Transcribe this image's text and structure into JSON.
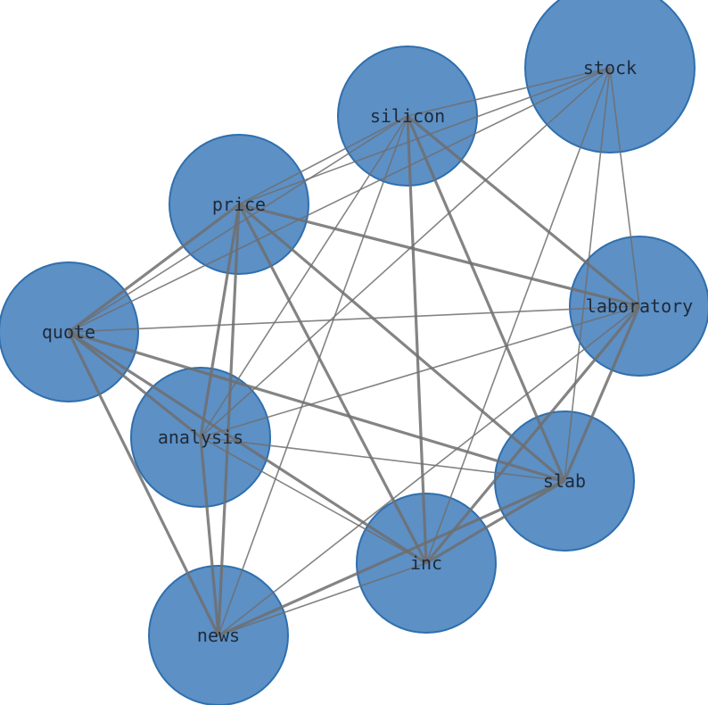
{
  "graph": {
    "node_color": "#4f87c0",
    "node_stroke": "#2f6fae",
    "edge_color": "#6e6e6e",
    "nodes": [
      {
        "id": "stock",
        "label": "stock"
      },
      {
        "id": "silicon",
        "label": "silicon"
      },
      {
        "id": "price",
        "label": "price"
      },
      {
        "id": "laboratory",
        "label": "laboratory"
      },
      {
        "id": "quote",
        "label": "quote"
      },
      {
        "id": "analysis",
        "label": "analysis"
      },
      {
        "id": "slab",
        "label": "slab"
      },
      {
        "id": "inc",
        "label": "inc"
      },
      {
        "id": "news",
        "label": "news"
      }
    ],
    "edges": [
      {
        "source": "stock",
        "target": "silicon",
        "weight": 1
      },
      {
        "source": "stock",
        "target": "price",
        "weight": 1
      },
      {
        "source": "stock",
        "target": "quote",
        "weight": 1
      },
      {
        "source": "stock",
        "target": "analysis",
        "weight": 1
      },
      {
        "source": "stock",
        "target": "inc",
        "weight": 1
      },
      {
        "source": "stock",
        "target": "slab",
        "weight": 1
      },
      {
        "source": "stock",
        "target": "laboratory",
        "weight": 1
      },
      {
        "source": "silicon",
        "target": "price",
        "weight": 1
      },
      {
        "source": "silicon",
        "target": "quote",
        "weight": 1
      },
      {
        "source": "silicon",
        "target": "laboratory",
        "weight": 2
      },
      {
        "source": "silicon",
        "target": "slab",
        "weight": 2
      },
      {
        "source": "silicon",
        "target": "inc",
        "weight": 2
      },
      {
        "source": "silicon",
        "target": "analysis",
        "weight": 1
      },
      {
        "source": "silicon",
        "target": "news",
        "weight": 1
      },
      {
        "source": "price",
        "target": "quote",
        "weight": 2
      },
      {
        "source": "price",
        "target": "laboratory",
        "weight": 2
      },
      {
        "source": "price",
        "target": "slab",
        "weight": 2
      },
      {
        "source": "price",
        "target": "inc",
        "weight": 2
      },
      {
        "source": "price",
        "target": "analysis",
        "weight": 2
      },
      {
        "source": "price",
        "target": "news",
        "weight": 2
      },
      {
        "source": "laboratory",
        "target": "quote",
        "weight": 1
      },
      {
        "source": "laboratory",
        "target": "analysis",
        "weight": 1
      },
      {
        "source": "laboratory",
        "target": "slab",
        "weight": 2
      },
      {
        "source": "laboratory",
        "target": "inc",
        "weight": 2
      },
      {
        "source": "laboratory",
        "target": "news",
        "weight": 1
      },
      {
        "source": "quote",
        "target": "analysis",
        "weight": 2
      },
      {
        "source": "quote",
        "target": "slab",
        "weight": 2
      },
      {
        "source": "quote",
        "target": "inc",
        "weight": 2
      },
      {
        "source": "quote",
        "target": "news",
        "weight": 2
      },
      {
        "source": "analysis",
        "target": "slab",
        "weight": 1
      },
      {
        "source": "analysis",
        "target": "inc",
        "weight": 1
      },
      {
        "source": "analysis",
        "target": "news",
        "weight": 2
      },
      {
        "source": "slab",
        "target": "inc",
        "weight": 2
      },
      {
        "source": "slab",
        "target": "news",
        "weight": 2
      },
      {
        "source": "inc",
        "target": "news",
        "weight": 1
      }
    ]
  }
}
